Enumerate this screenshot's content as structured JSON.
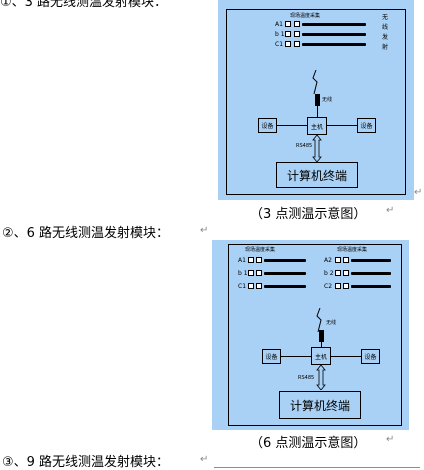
{
  "top_partial_heading": "①、3 路无线测温发射模块：",
  "diagram1": {
    "sensor_title": "现场温度采集",
    "rows": [
      "A1",
      "b 1",
      "C1"
    ],
    "vertical_text": [
      "无",
      "线",
      "发",
      "射"
    ],
    "wireless_label": "无线",
    "host_label": "主机",
    "device_left": "设备",
    "device_right": "设备",
    "bus_label": "RS485",
    "terminal_label": "计算机终端"
  },
  "caption1": "（3 点测温示意图）",
  "heading2": "②、6 路无线测温发射模块：",
  "diagram2": {
    "sensor_title_left": "现场温度采集",
    "sensor_title_right": "现场温度采集",
    "rows_left": [
      "A1",
      "b 1",
      "C1"
    ],
    "rows_right": [
      "A2",
      "b 2",
      "C2"
    ],
    "wireless_label": "无线",
    "host_label": "主机",
    "device_left": "设备",
    "device_right": "设备",
    "bus_label": "RS485",
    "terminal_label": "计算机终端"
  },
  "caption2": "（6 点测温示意图）",
  "heading3": "③、9 路无线测温发射模块：",
  "return_mark": "↵"
}
